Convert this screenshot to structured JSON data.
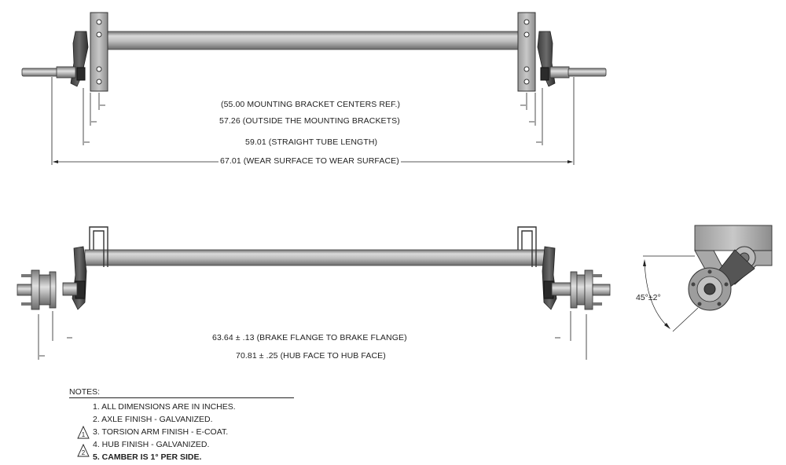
{
  "top_view": {
    "dim_bracket_centers": "(55.00 MOUNTING BRACKET CENTERS REF.)",
    "dim_outside_brackets": "57.26 (OUTSIDE THE MOUNTING BRACKETS)",
    "dim_tube_length": "59.01 (STRAIGHT TUBE LENGTH)",
    "dim_wear_surface": "67.01 (WEAR SURFACE TO WEAR SURFACE)"
  },
  "front_view": {
    "dim_brake_flange": "63.64 ± .13 (BRAKE FLANGE TO BRAKE FLANGE)",
    "dim_hub_face": "70.81 ± .25 (HUB FACE TO HUB FACE)"
  },
  "side_view": {
    "angle_label": "45°±2°"
  },
  "notes": {
    "header": "NOTES:",
    "items": [
      "1. ALL DIMENSIONS ARE IN INCHES.",
      "2. AXLE FINISH - GALVANIZED.",
      "3. TORSION ARM FINISH - E-COAT.",
      "4. HUB FINISH - GALVANIZED.",
      "5. CAMBER IS 1° PER SIDE."
    ],
    "flag_1": "1",
    "flag_2": "2"
  }
}
